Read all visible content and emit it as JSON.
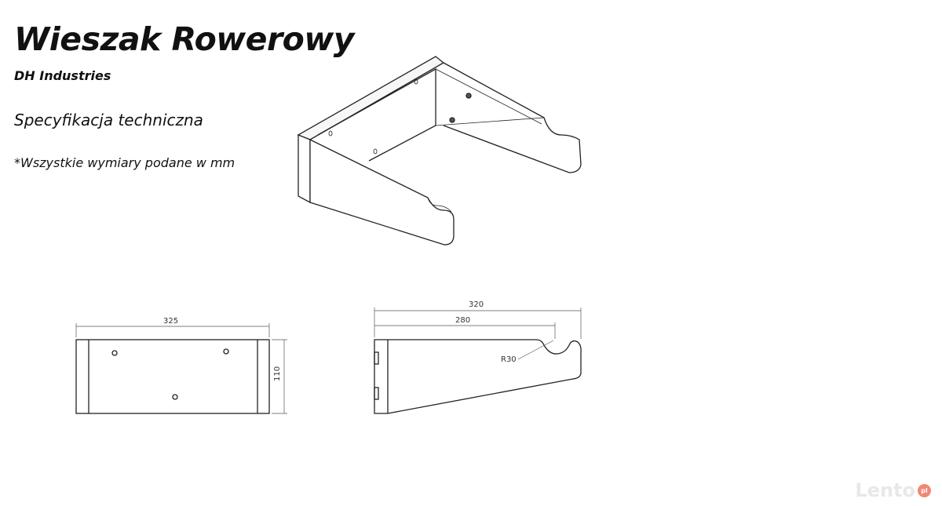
{
  "header": {
    "title": "Wieszak Rowerowy",
    "company": "DH Industries",
    "subtitle": "Specyfikacja techniczna",
    "note": "*Wszystkie wymiary podane w mm"
  },
  "front_view": {
    "width_label": "325",
    "height_label": "110"
  },
  "side_view": {
    "length_label": "320",
    "hook_distance_label": "280",
    "radius_label": "R30"
  },
  "watermark": {
    "text": "Lento",
    "badge": "pl"
  }
}
